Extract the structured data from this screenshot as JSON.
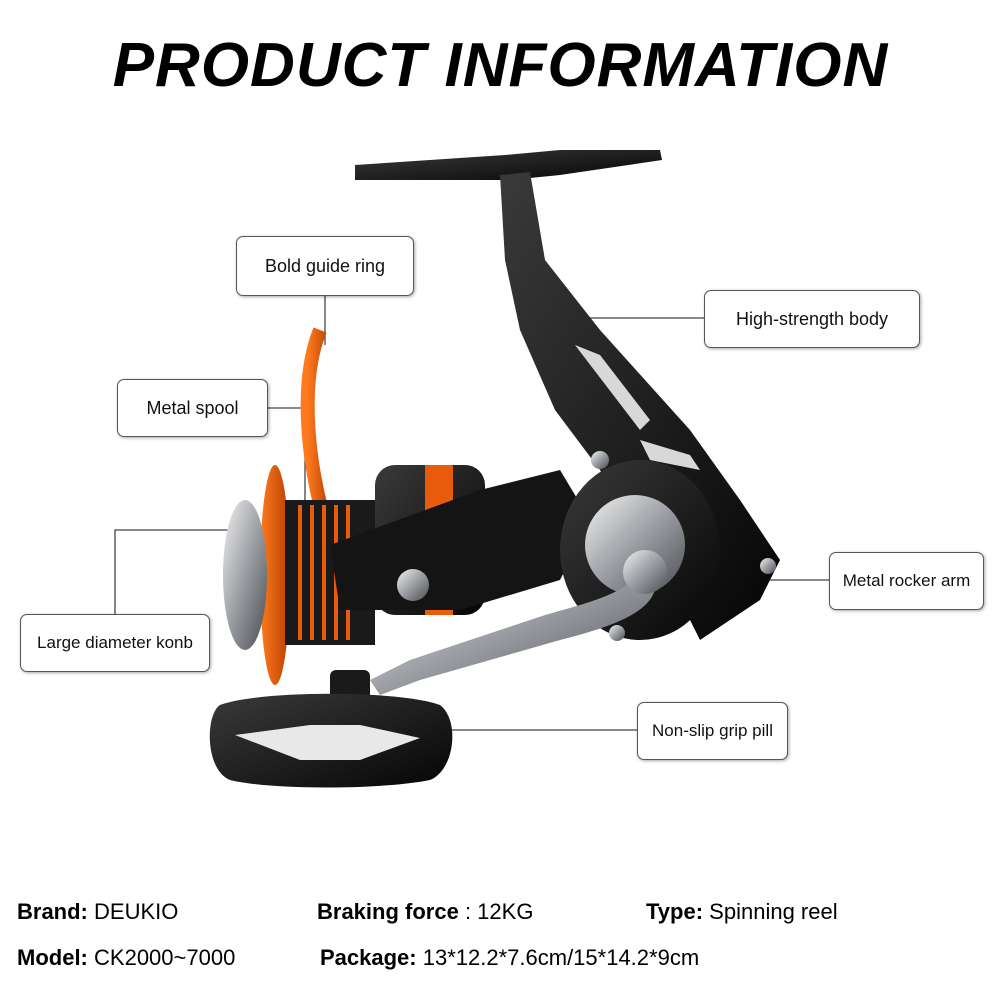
{
  "title": "PRODUCT INFORMATION",
  "callouts": {
    "bold_guide_ring": "Bold guide ring",
    "high_strength_body": "High-strength body",
    "metal_spool": "Metal spool",
    "metal_rocker_arm": "Metal rocker arm",
    "large_diameter_knob": "Large diameter konb",
    "non_slip_grip": "Non-slip grip pill"
  },
  "specs": {
    "brand": {
      "label": "Brand:",
      "value": "DEUKIO"
    },
    "braking_force": {
      "label": "Braking force",
      "value": ": 12KG"
    },
    "type": {
      "label": "Type:",
      "value": "Spinning reel"
    },
    "model": {
      "label": "Model:",
      "value": "CK2000~7000"
    },
    "package": {
      "label": "Package:",
      "value": "13*12.2*7.6cm/15*14.2*9cm"
    }
  },
  "colors": {
    "accent": "#e85a0c",
    "body": "#111111",
    "metal": "#b9bcc0"
  }
}
